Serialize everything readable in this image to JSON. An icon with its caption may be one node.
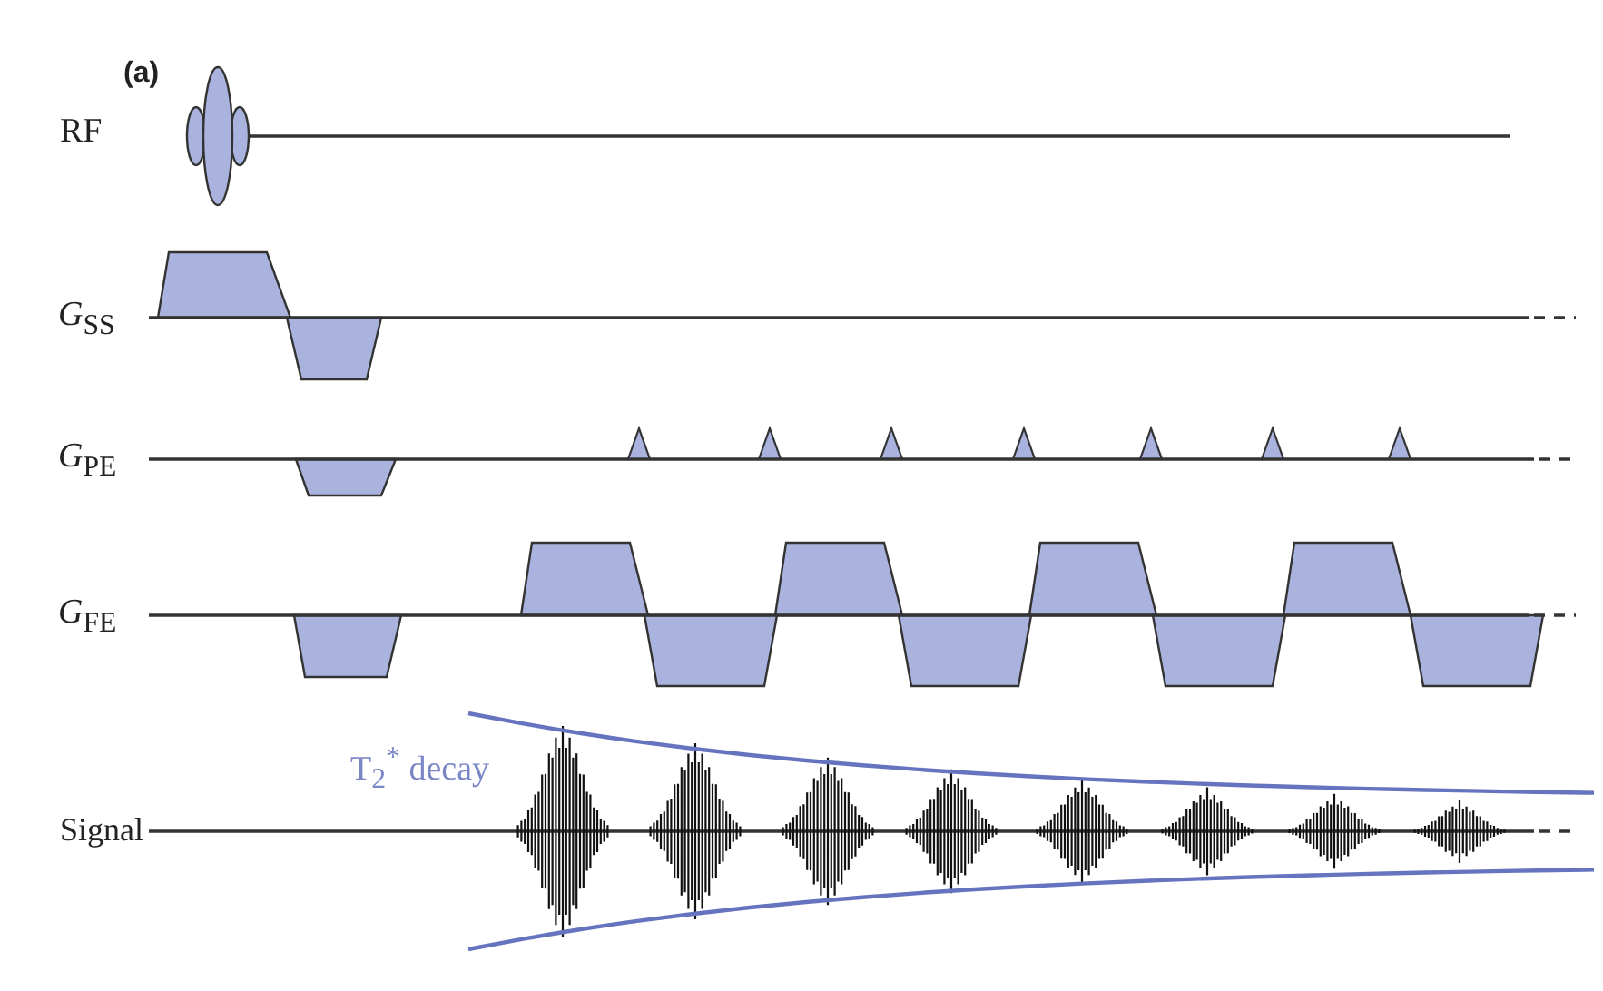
{
  "diagram": {
    "labels": [
      "(a)",
      "RF",
      "*G*$_{SS}$",
      "*G*$_{PE}$",
      "*G*$_{FE}$",
      "Signal",
      "T$_{2}$$^{*}$ decay"
    ]
  }
}
